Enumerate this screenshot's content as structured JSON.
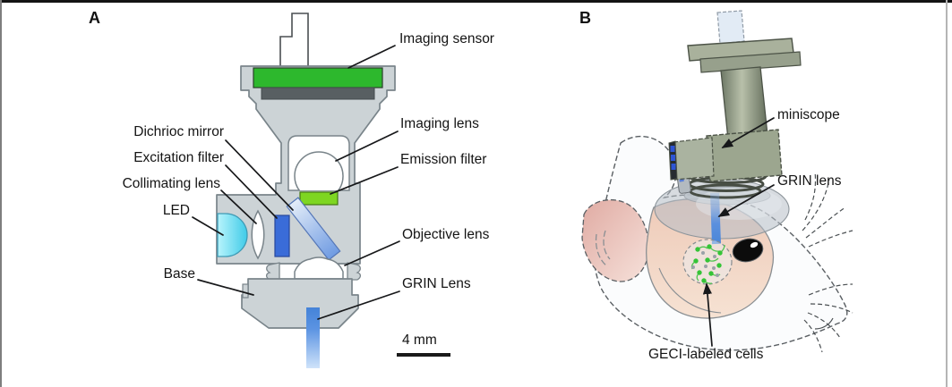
{
  "panelA": {
    "letter": "A",
    "labels": {
      "imaging_sensor": "Imaging sensor",
      "imaging_lens": "Imaging lens",
      "emission_filter": "Emission filter",
      "objective_lens": "Objective lens",
      "grin_lens": "GRIN Lens",
      "dichroic_mirror": "Dichrioc mirror",
      "excitation_filter": "Excitation filter",
      "collimating_lens": "Collimating lens",
      "led": "LED",
      "base": "Base"
    },
    "scale_bar": {
      "label": "4 mm"
    }
  },
  "panelB": {
    "letter": "B",
    "labels": {
      "miniscope": "miniscope",
      "grin_lens": "GRIN lens",
      "geci_cells": "GECI-labeled cells"
    }
  },
  "colors": {
    "sensor_green": "#2db82d",
    "emission_filter_green": "#7ed622",
    "excitation_filter_blue": "#3a6cd8",
    "dichroic_blue": "#6f9be2",
    "led_cyan": "#40cbe8",
    "grin_lens_blue": "#4a86d8",
    "housing_gray": "#ccd3d6",
    "miniscope_render_green": "#9ca68f",
    "mouse_skin_pink": "#f0d2c0",
    "geci_cell_green": "#35c437"
  }
}
